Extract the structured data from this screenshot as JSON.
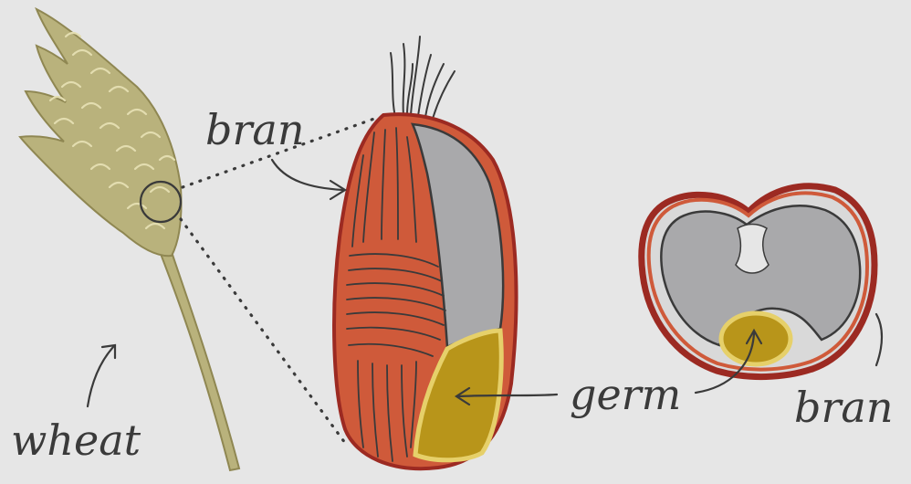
{
  "labels": {
    "bran_top": "bran",
    "wheat": "wheat",
    "germ": "germ",
    "bran_right": "bran"
  },
  "colors": {
    "background": "#e6e6e6",
    "wheat": "#b9b27c",
    "wheat_dark": "#8f8752",
    "bran_red": "#cf5a3a",
    "bran_dark_red": "#9c2a22",
    "endosperm_gray": "#a9a9ab",
    "germ_gold": "#b8951a",
    "germ_light": "#e6d06a",
    "ink": "#3a3a3a"
  },
  "icons": [
    "wheat-spike-icon",
    "wheat-kernel-longitudinal-icon",
    "wheat-kernel-cross-section-icon"
  ]
}
